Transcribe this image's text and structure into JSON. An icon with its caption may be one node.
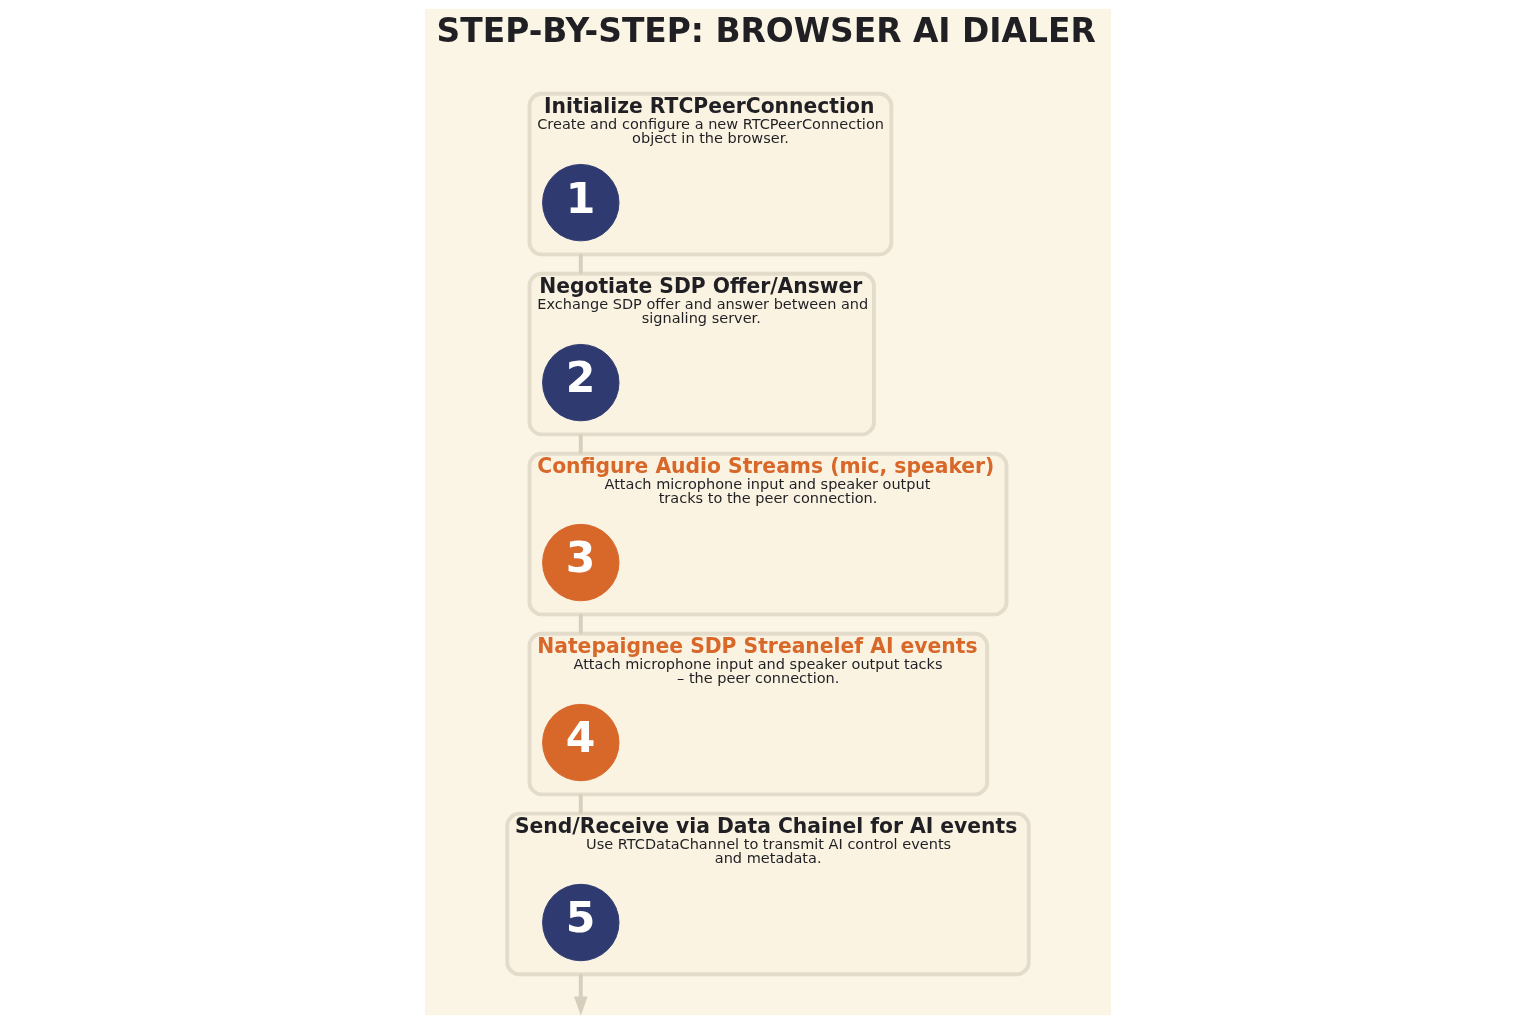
{
  "diagram": {
    "title": "STEP-BY-STEP: BROWSER AI DIALER",
    "nodes": [
      {
        "text": [
          "Initialize RTCPeerConnection",
          "Create and configure a new RTCPeerConnection object in the browser."
        ]
      },
      {
        "text": [
          "1"
        ],
        "in": 0
      },
      {
        "text": [
          "Negotiate SDP Offer/Answer",
          "Exchange SDP offer and answer between and signaling server."
        ]
      },
      {
        "text": [
          "2"
        ],
        "in": 2
      },
      {
        "text": [
          "Configure Audio Streams (mic, speaker)",
          "Attach microphone input and speaker output tracks to the peer connection."
        ]
      },
      {
        "text": [
          "3"
        ],
        "in": 4
      },
      {
        "text": [
          "Natepaignee SDP Streanelef AI events",
          "Attach microphone input and speaker output tacks – the peer connection."
        ]
      },
      {
        "text": [
          "4"
        ],
        "in": 6
      },
      {
        "text": [
          "Send/Receive via Data Chainel for AI events",
          "Use RTCDataChannel to transmit AI control events and metadata."
        ]
      },
      {
        "text": [
          "5"
        ],
        "in": 8
      }
    ],
    "edges": [
      {
        "from": 0,
        "to": 2,
        "arrow": "none"
      },
      {
        "from": 2,
        "to": 4,
        "arrow": "none"
      },
      {
        "from": 4,
        "to": 6,
        "arrow": "none"
      },
      {
        "from": 6,
        "to": 8,
        "arrow": "none"
      },
      {
        "from": 8,
        "to": null,
        "arrow": "to"
      }
    ]
  }
}
